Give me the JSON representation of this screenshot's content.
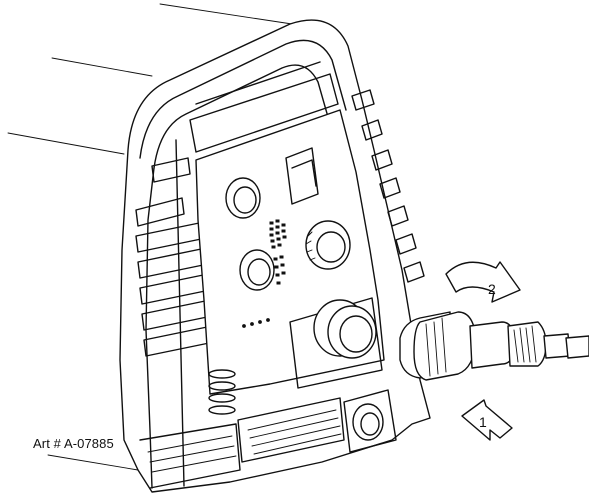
{
  "figure": {
    "art_number": "Art # A-07885",
    "callouts": [
      {
        "number": "1",
        "meaning": "push connector in"
      },
      {
        "number": "2",
        "meaning": "rotate connector collar"
      }
    ]
  },
  "colors": {
    "ink": "#111111",
    "background": "#ffffff"
  },
  "icons": [
    "straight-arrow-icon",
    "curved-arrow-icon"
  ]
}
